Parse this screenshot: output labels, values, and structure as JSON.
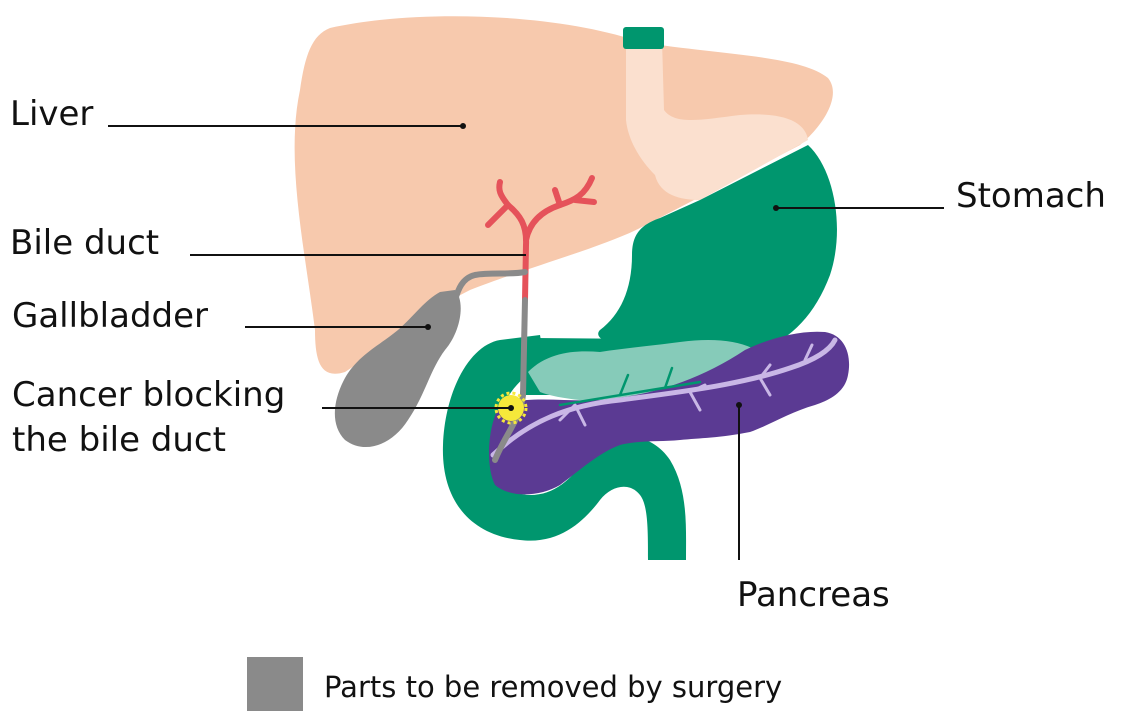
{
  "labels": {
    "liver": "Liver",
    "bile_duct": "Bile duct",
    "gallbladder": "Gallbladder",
    "cancer_line1": "Cancer blocking",
    "cancer_line2": "the bile duct",
    "stomach": "Stomach",
    "pancreas": "Pancreas"
  },
  "legend": {
    "text": "Parts to be removed by surgery",
    "color": "#8a8a8a"
  },
  "colors": {
    "liver": "#f7c9ad",
    "liver_light": "#fbe0cf",
    "stomach": "#00966e",
    "pancreas": "#5b3a93",
    "pancreas_duct": "#c9b7e6",
    "duodenum_inner": "#86cbb9",
    "bile_duct_red": "#e5525a",
    "removed_gray": "#8a8a8a",
    "tumor": "#f6e83a"
  }
}
